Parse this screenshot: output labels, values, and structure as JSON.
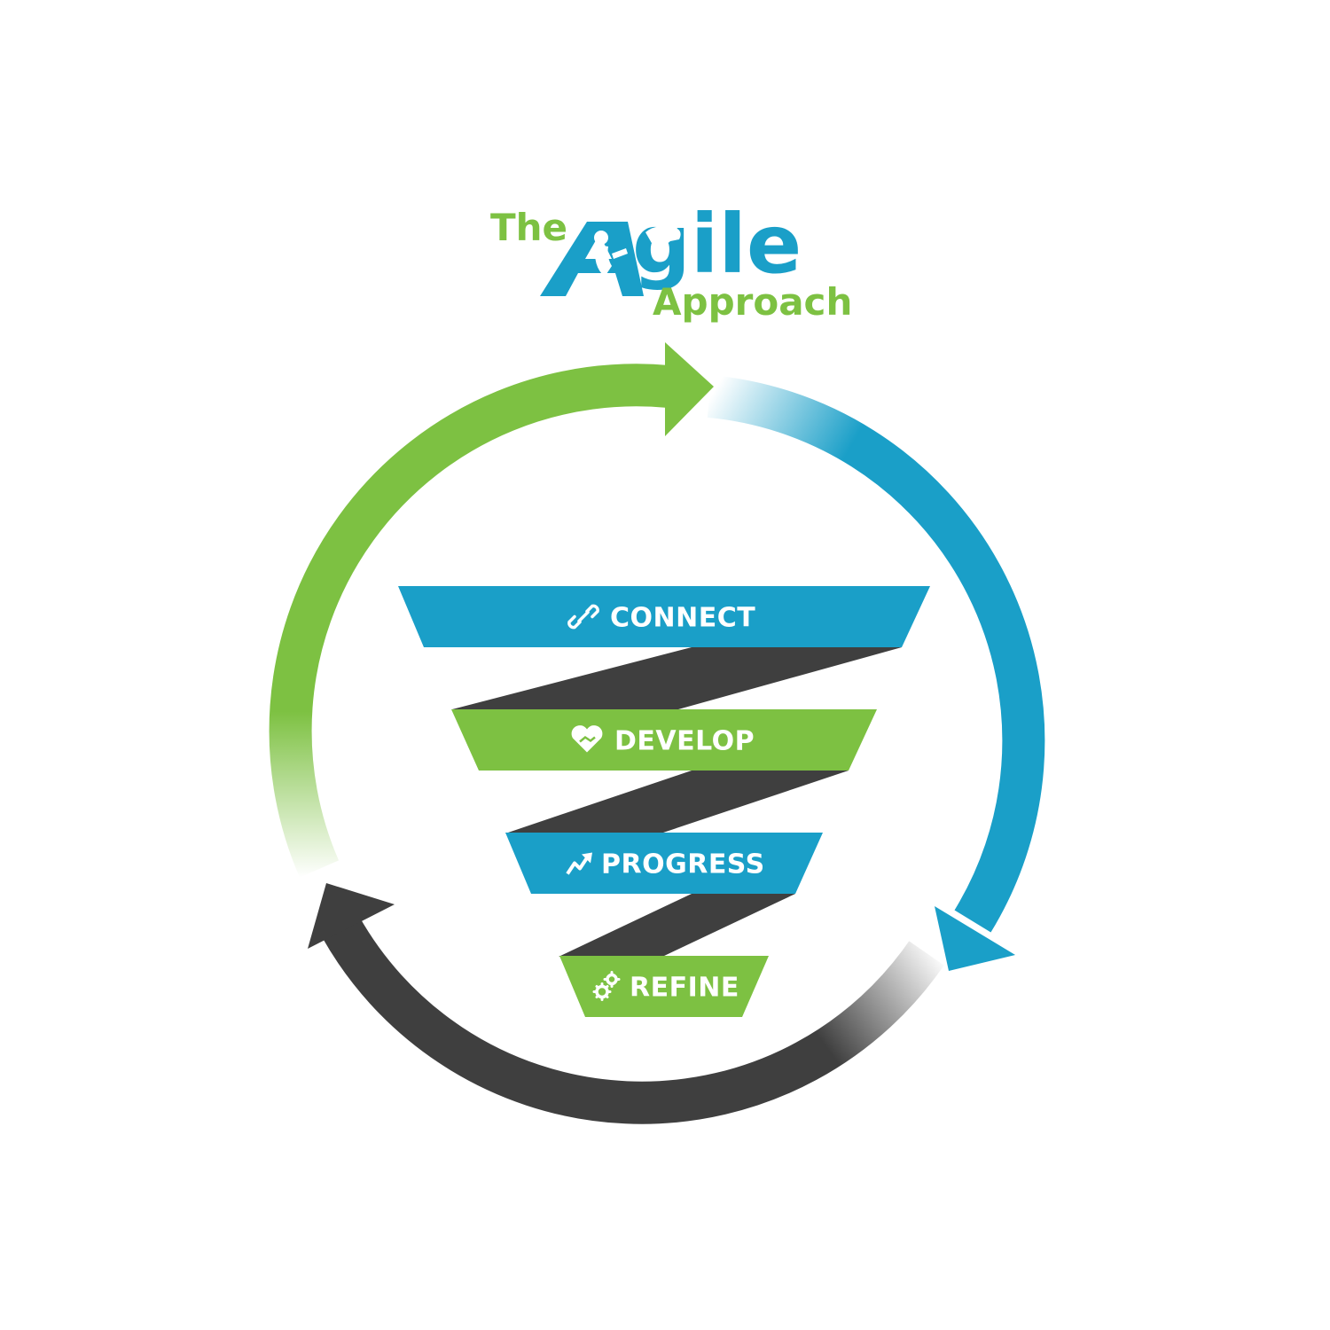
{
  "logo": {
    "the": "The",
    "agile_a": "A",
    "agile_rest": "gile",
    "approach": "Approach"
  },
  "stages": [
    {
      "label": "CONNECT",
      "icon": "link-icon",
      "color": "#1a9fc8"
    },
    {
      "label": "DEVELOP",
      "icon": "heart-handshake-icon",
      "color": "#7dc142"
    },
    {
      "label": "PROGRESS",
      "icon": "trend-up-icon",
      "color": "#1a9fc8"
    },
    {
      "label": "REFINE",
      "icon": "gears-icon",
      "color": "#7dc142"
    }
  ],
  "colors": {
    "green": "#7dc142",
    "blue": "#1a9fc8",
    "dark": "#3f3f3f"
  }
}
